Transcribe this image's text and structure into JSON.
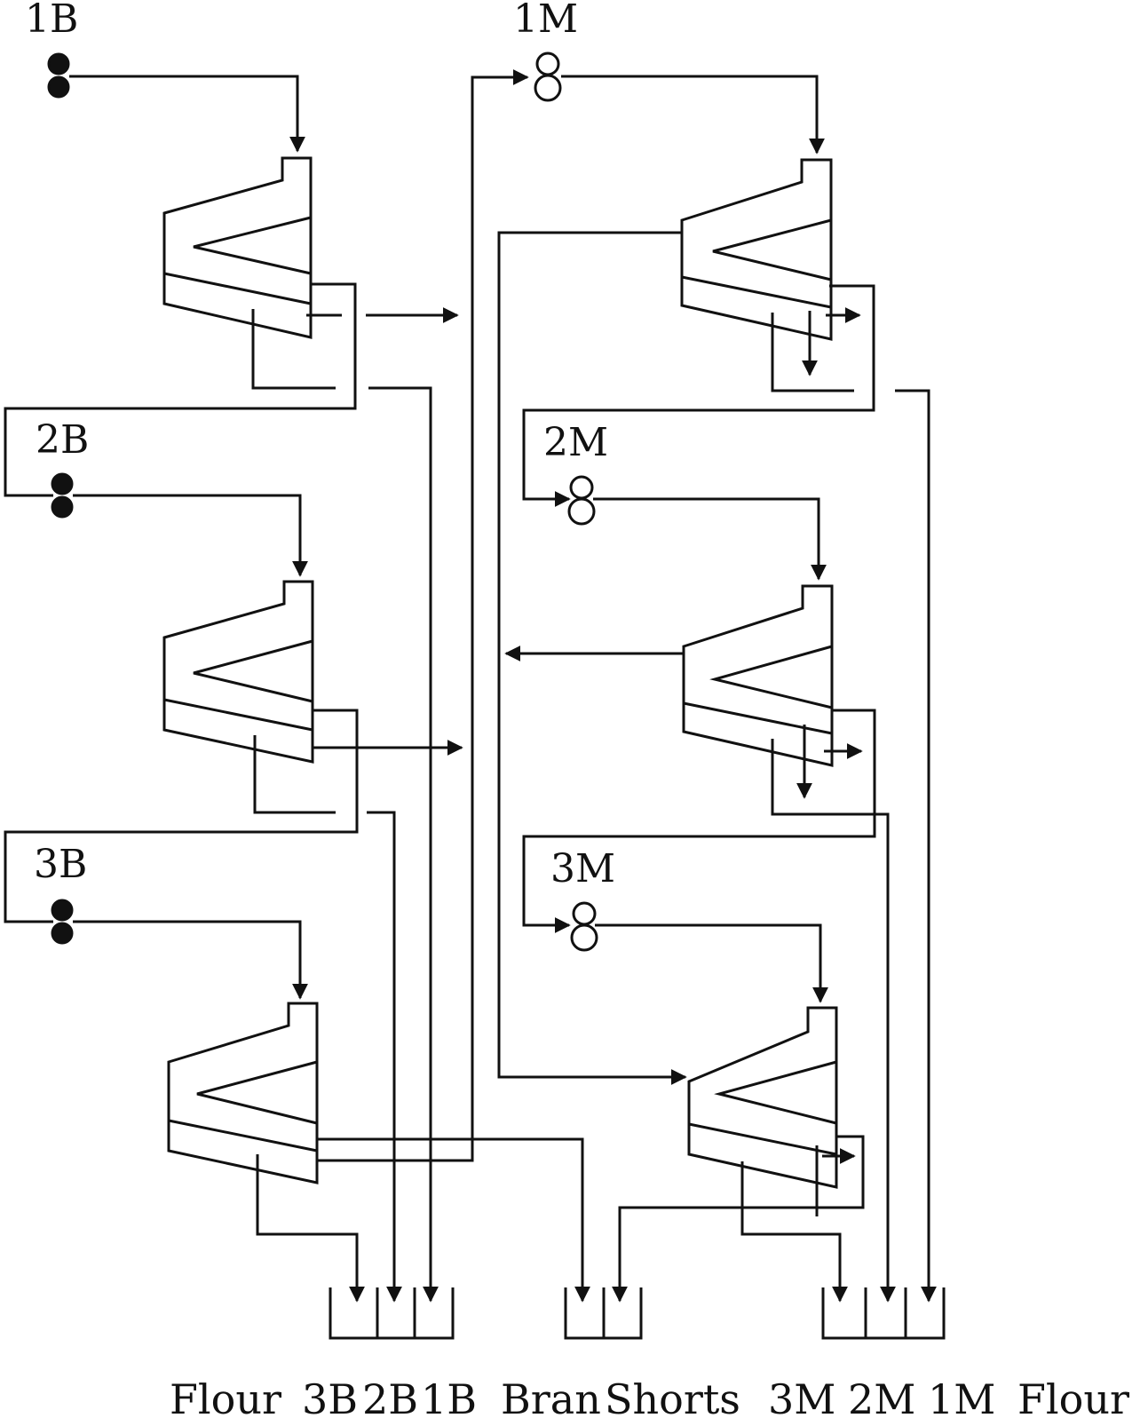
{
  "labels": {
    "roll_1b": "1B",
    "roll_2b": "2B",
    "roll_3b": "3B",
    "roll_1m": "1M",
    "roll_2m": "2M",
    "roll_3m": "3M"
  },
  "bins": {
    "left": [
      "Flour",
      "3B",
      "2B",
      "1B"
    ],
    "middle": [
      "Bran",
      "Shorts"
    ],
    "right": [
      "3M",
      "2M",
      "1M",
      "Flour"
    ]
  }
}
